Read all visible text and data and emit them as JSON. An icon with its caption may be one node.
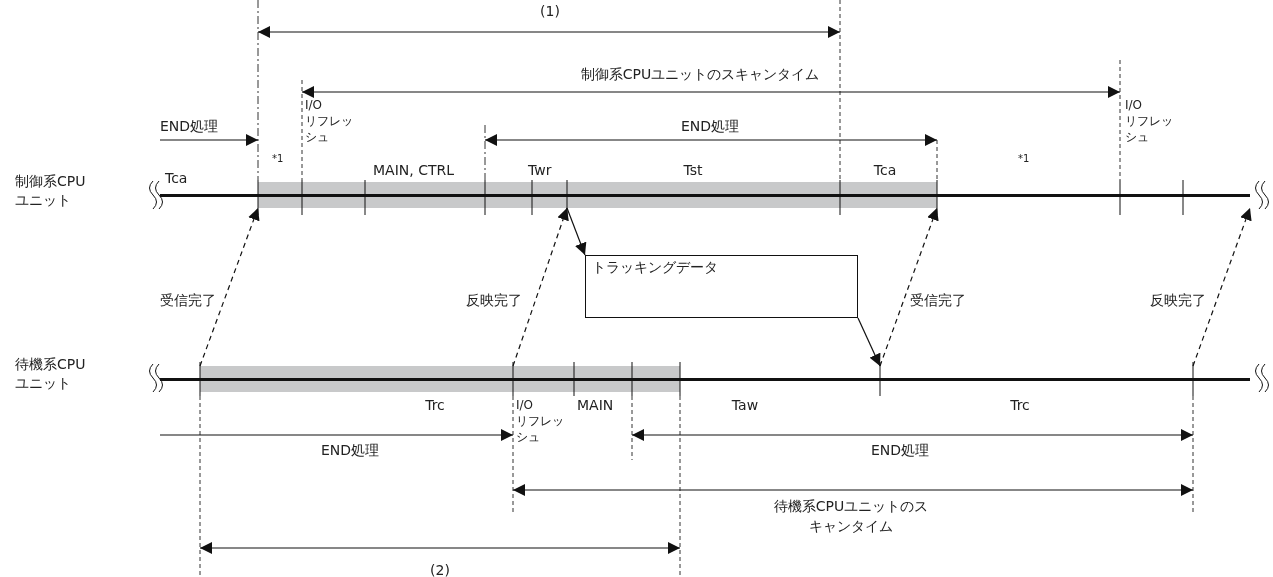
{
  "diagram": {
    "nodes": [
      {
        "text": [],
        "shape": "bar"
      },
      {
        "text": [
          "トラッキングデータ"
        ]
      },
      {
        "text": [],
        "shape": "bar"
      }
    ],
    "edges": [
      {
        "from": 2,
        "to": 0,
        "arrow": "to",
        "style": "dashed",
        "label": "受信完了"
      },
      {
        "from": 2,
        "to": 0,
        "arrow": "to",
        "style": "dashed",
        "label": "反映完了"
      },
      {
        "from": 0,
        "to": 1,
        "arrow": "to"
      },
      {
        "from": 1,
        "to": 2,
        "arrow": "to"
      },
      {
        "from": 2,
        "to": 0,
        "arrow": "to",
        "style": "dashed",
        "label": "受信完了"
      },
      {
        "from": 2,
        "to": 0,
        "arrow": "to",
        "style": "dashed",
        "label": "反映完了"
      }
    ],
    "labels": [
      "(1)",
      "制御系CPUユニットのスキャンタイム",
      "END処理",
      "I/O リフレッシュ",
      "END処理",
      "I/O リフレッシュ",
      "*1",
      "MAIN, CTRL",
      "Twr",
      "Tst",
      "Tca",
      "*1",
      "Tca",
      "制御系CPU ユニット",
      "待機系CPU ユニット",
      "Trc",
      "I/O リフレッシュ",
      "MAIN",
      "Taw",
      "Trc",
      "END処理",
      "END処理",
      "待機系CPUユニットのスキャンタイム",
      "(2)"
    ]
  }
}
